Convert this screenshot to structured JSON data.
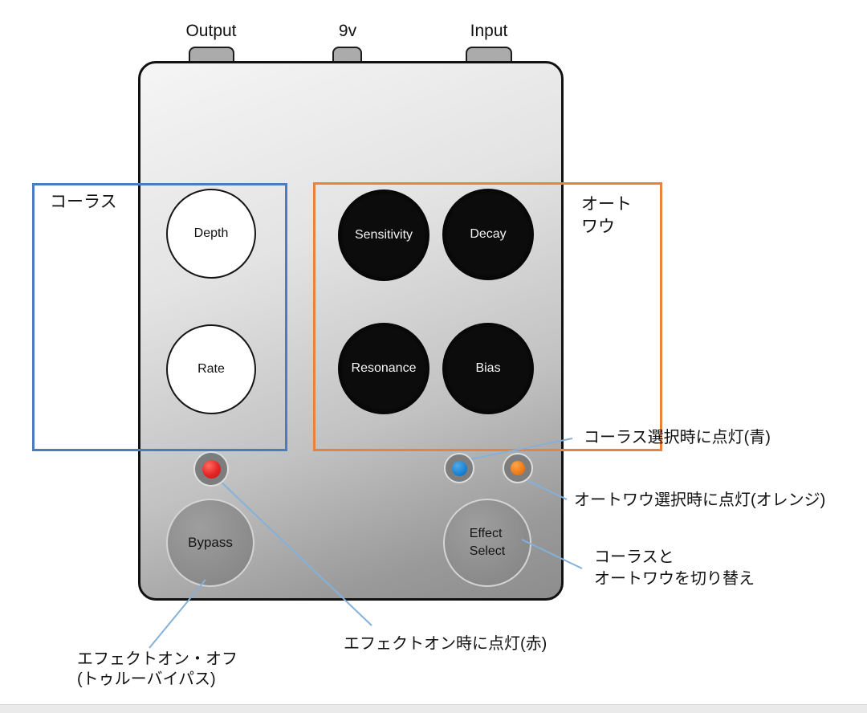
{
  "colors": {
    "chorus_box": "#4a7dbe",
    "autowah_box": "#e8823c",
    "led_red": "#e32525",
    "led_blue": "#1d86d8",
    "led_orange": "#f07d1a",
    "annotation_line": "#84b1da"
  },
  "jacks": {
    "output": "Output",
    "power": "9v",
    "input": "Input"
  },
  "chorus": {
    "label": "コーラス",
    "knobs": [
      {
        "label": "Depth"
      },
      {
        "label": "Rate"
      }
    ]
  },
  "autowah": {
    "label": "オート\nワウ",
    "knobs": [
      {
        "label": "Sensitivity"
      },
      {
        "label": "Decay"
      },
      {
        "label": "Resonance"
      },
      {
        "label": "Bias"
      }
    ]
  },
  "switches": {
    "bypass": "Bypass",
    "effect_select": "Effect\nSelect"
  },
  "annotations": {
    "blue_led": "コーラス選択時に点灯(青)",
    "orange_led": "オートワウ選択時に点灯(オレンジ)",
    "effect_select": "コーラスと\nオートワウを切り替え",
    "red_led": "エフェクトオン時に点灯(赤)",
    "bypass": "エフェクトオン・オフ\n(トゥルーバイパス)"
  }
}
